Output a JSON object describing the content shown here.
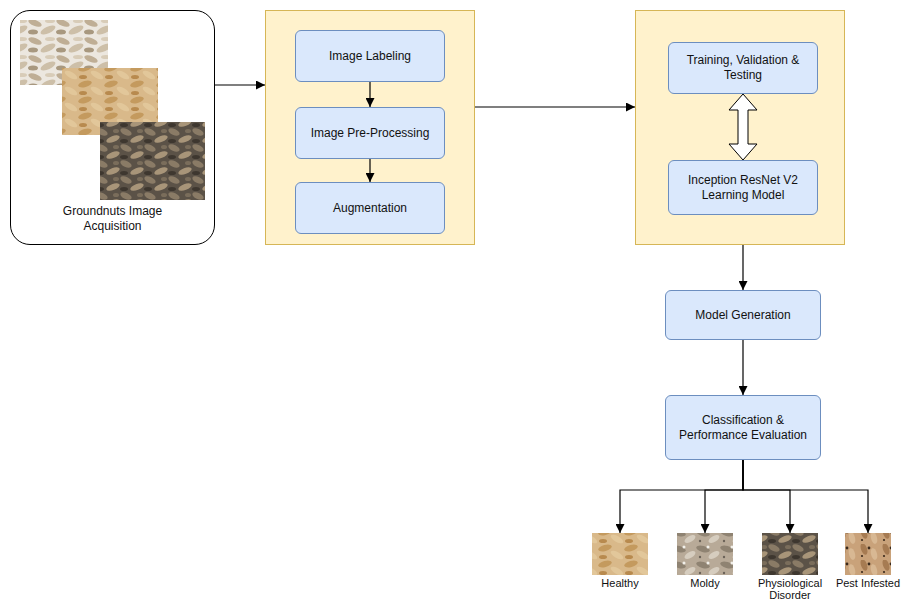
{
  "diagram": {
    "nodes": [
      {
        "text": [
          "Groundnuts Image Acquisition"
        ]
      },
      {
        "text": []
      },
      {
        "text": [
          "Image Labeling"
        ],
        "in": 1
      },
      {
        "text": [
          "Image Pre-Processing"
        ],
        "in": 1
      },
      {
        "text": [
          "Augmentation"
        ],
        "in": 1
      },
      {
        "text": []
      },
      {
        "text": [
          "Training, Validation & Testing"
        ],
        "in": 5
      },
      {
        "text": [
          "Inception ResNet V2 Learning Model"
        ],
        "in": 5
      },
      {
        "text": [
          "Model Generation"
        ]
      },
      {
        "text": [
          "Classification & Performance Evaluation"
        ]
      },
      {
        "text": [
          "Healthy"
        ]
      },
      {
        "text": [
          "Moldy"
        ]
      },
      {
        "text": [
          "Physiological Disorder"
        ]
      },
      {
        "text": [
          "Pest Infested"
        ]
      }
    ],
    "edges": [
      {
        "from": 0,
        "to": 1,
        "arrow": "to"
      },
      {
        "from": 2,
        "to": 3,
        "arrow": "to"
      },
      {
        "from": 3,
        "to": 4,
        "arrow": "to"
      },
      {
        "from": 1,
        "to": 5,
        "arrow": "to"
      },
      {
        "from": 6,
        "to": 7,
        "arrow": "both"
      },
      {
        "from": 5,
        "to": 8,
        "arrow": "to"
      },
      {
        "from": 8,
        "to": 9,
        "arrow": "to"
      },
      {
        "from": 9,
        "to": 10,
        "arrow": "to"
      },
      {
        "from": 9,
        "to": 11,
        "arrow": "to"
      },
      {
        "from": 9,
        "to": 12,
        "arrow": "to"
      },
      {
        "from": 9,
        "to": 13,
        "arrow": "to"
      }
    ]
  }
}
